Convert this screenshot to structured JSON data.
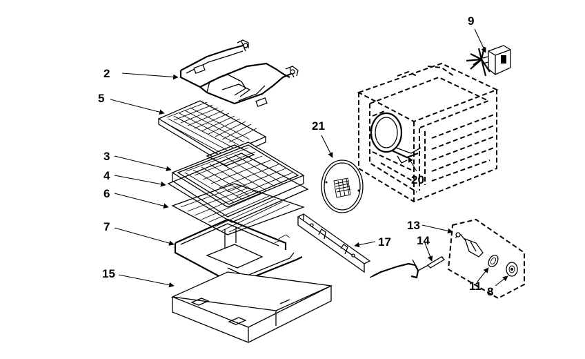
{
  "callouts": {
    "c2": "2",
    "c5": "5",
    "c3": "3",
    "c4": "4",
    "c6": "6",
    "c7": "7",
    "c15": "15",
    "c21": "21",
    "c9": "9",
    "c20": "20",
    "c17": "17",
    "c13": "13",
    "c14": "14",
    "c11": "11",
    "c8": "8"
  }
}
